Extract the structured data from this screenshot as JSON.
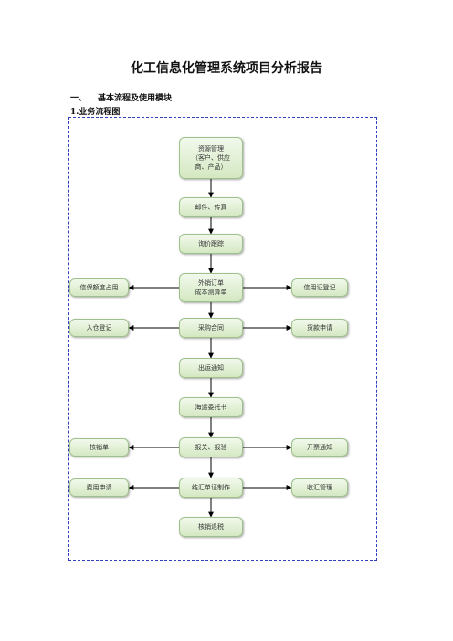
{
  "doc": {
    "title": "化工信息化管理系统项目分析报告",
    "section": {
      "number": "一、",
      "label": "基本流程及使用模块"
    },
    "subsection": "1.业务流程图"
  },
  "flow": {
    "resource_line1": "资源管理",
    "resource_line2": "（客户、供应",
    "resource_line3": "商、产品）",
    "mail_fax": "邮件、传真",
    "inquiry": "询价跟踪",
    "order_line1": "外销订单",
    "order_line2": "成本测算单",
    "credit_limit": "信保额度占用",
    "lc_register": "信用证登记",
    "purchase": "采购合同",
    "stock_in": "入仓登记",
    "payment_request": "货款申请",
    "shipping_notice": "出运通知",
    "sea_freight": "海运委托书",
    "customs": "报关、报验",
    "write_off": "核销单",
    "invoice_notice": "开票通知",
    "settlement_doc": "结汇单证制作",
    "expense_request": "费用申请",
    "fx_collection": "收汇管理",
    "tax_refund": "核销退税"
  }
}
